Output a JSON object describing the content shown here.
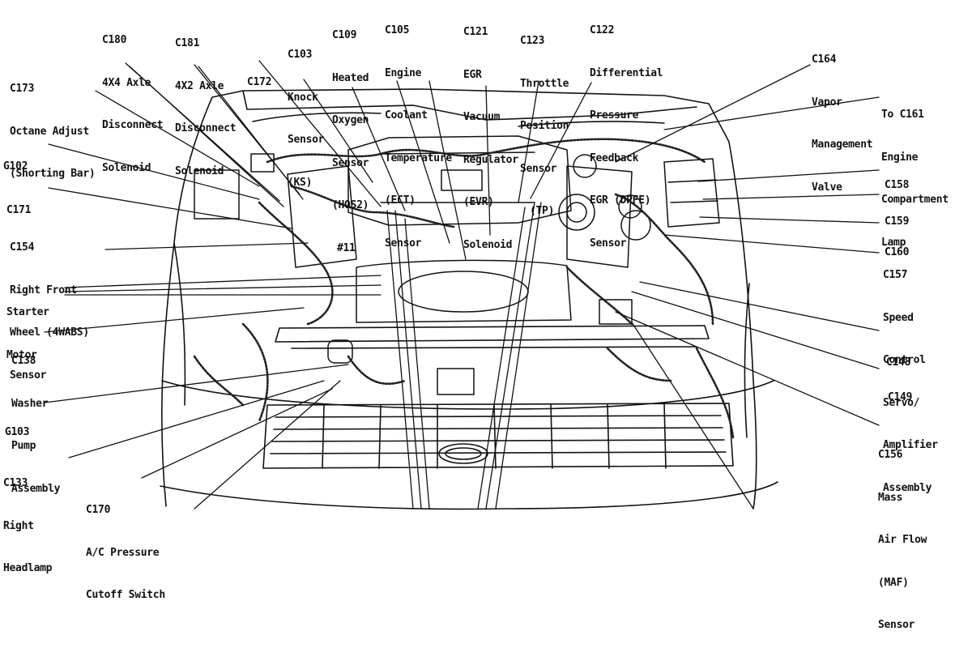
{
  "colors": {
    "ink": "#111111",
    "paper": "#ffffff",
    "detail": "#3a3a3a"
  },
  "labels": [
    {
      "id": "c180",
      "lines": [
        "C180",
        "4X4 Axle",
        "Disconnect",
        "Solenoid"
      ]
    },
    {
      "id": "c181",
      "lines": [
        "C181",
        "4X2 Axle",
        "Disconnect",
        "Solenoid"
      ]
    },
    {
      "id": "c103",
      "lines": [
        "C103",
        "Knock",
        "Sensor",
        "(KS)"
      ]
    },
    {
      "id": "c109",
      "lines": [
        "C109",
        "Heated",
        "Oxygen",
        "Sensor",
        "(HOS2)",
        "#11"
      ]
    },
    {
      "id": "c105",
      "lines": [
        "C105",
        "Engine",
        "Coolant",
        "Temperature",
        "(ECT)",
        "Sensor"
      ]
    },
    {
      "id": "c121",
      "lines": [
        "C121",
        "EGR",
        "Vacuum",
        "Regulator",
        "(EVR)",
        "Solenoid"
      ]
    },
    {
      "id": "c123",
      "lines": [
        "C123",
        "Throttle",
        "Position",
        "Sensor",
        "(TP)"
      ]
    },
    {
      "id": "c122",
      "lines": [
        "C122",
        "Differential",
        "Pressure",
        "Feedback",
        "EGR (DPFE)",
        "Sensor"
      ]
    },
    {
      "id": "c164",
      "lines": [
        "C164",
        "Vapor",
        "Management",
        "Valve"
      ]
    },
    {
      "id": "c161",
      "lines": [
        "To C161",
        "Engine",
        "Compartment",
        "Lamp"
      ]
    },
    {
      "id": "c173",
      "lines": [
        "C173",
        "Octane Adjust",
        "(Shorting Bar)"
      ]
    },
    {
      "id": "c172",
      "lines": [
        "C172"
      ]
    },
    {
      "id": "g102",
      "lines": [
        "G102"
      ]
    },
    {
      "id": "c171",
      "lines": [
        "C171"
      ]
    },
    {
      "id": "c154",
      "lines": [
        "C154",
        "Right Front",
        "Wheel (4WABS)",
        "Sensor"
      ]
    },
    {
      "id": "starter",
      "lines": [
        "Starter",
        "Motor"
      ]
    },
    {
      "id": "c138",
      "lines": [
        "C138",
        "Washer",
        "Pump",
        "Assembly"
      ]
    },
    {
      "id": "g103",
      "lines": [
        "G103"
      ]
    },
    {
      "id": "c133",
      "lines": [
        "C133",
        "Right",
        "Headlamp"
      ]
    },
    {
      "id": "c170",
      "lines": [
        "C170",
        "A/C Pressure",
        "Cutoff Switch"
      ]
    },
    {
      "id": "c158",
      "lines": [
        "C158"
      ]
    },
    {
      "id": "c159",
      "lines": [
        "C159"
      ]
    },
    {
      "id": "c160",
      "lines": [
        "C160"
      ]
    },
    {
      "id": "c157",
      "lines": [
        "C157",
        "Speed",
        "Control",
        "Servo/",
        "Amplifier",
        "Assembly"
      ]
    },
    {
      "id": "c148",
      "lines": [
        "C148"
      ]
    },
    {
      "id": "c149",
      "lines": [
        "C149"
      ]
    },
    {
      "id": "c156",
      "lines": [
        "C156",
        "Mass",
        "Air Flow",
        "(MAF)",
        "Sensor"
      ]
    }
  ]
}
